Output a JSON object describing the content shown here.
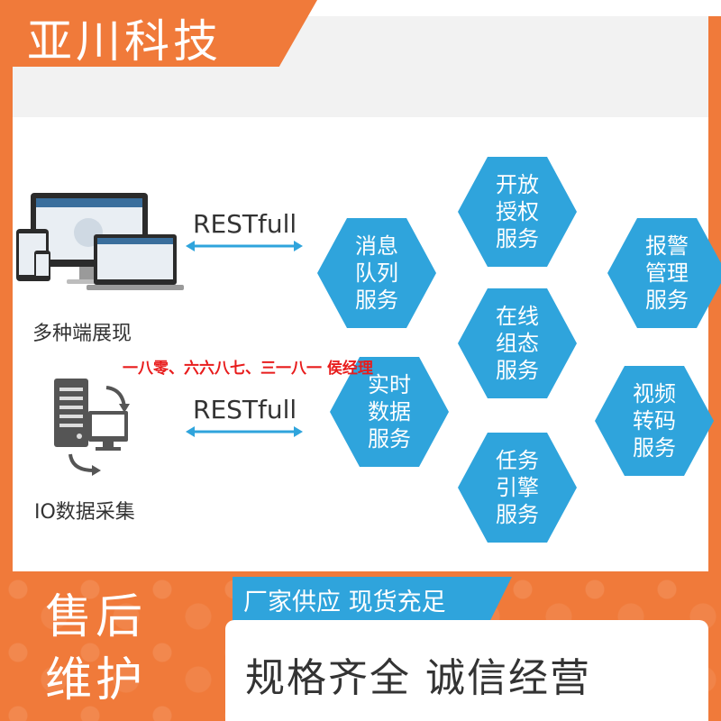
{
  "brand": {
    "name": "亚川科技"
  },
  "diagram": {
    "left_labels": {
      "multi_terminal": "多种端展现",
      "io_collection": "IO数据采集"
    },
    "rest_labels": [
      "RESTfull",
      "RESTfull"
    ],
    "contact_overlay": "一八零、六六八七、三一八一 侯经理",
    "services": [
      {
        "label": "开放授权服务"
      },
      {
        "label": "消息队列服务"
      },
      {
        "label": "报警管理服务"
      },
      {
        "label": "在线组态服务"
      },
      {
        "label": "实时数据服务"
      },
      {
        "label": "视频转码服务"
      },
      {
        "label": "任务引擎服务"
      }
    ]
  },
  "bottom": {
    "after_sales": "售后维护",
    "ribbon": "厂家供应 现货充足",
    "slogan": "规格齐全 诚信经营"
  },
  "colors": {
    "accent_orange": "#f07a3a",
    "hex_blue": "#2fa4dc",
    "contact_red": "#e81c1c"
  }
}
